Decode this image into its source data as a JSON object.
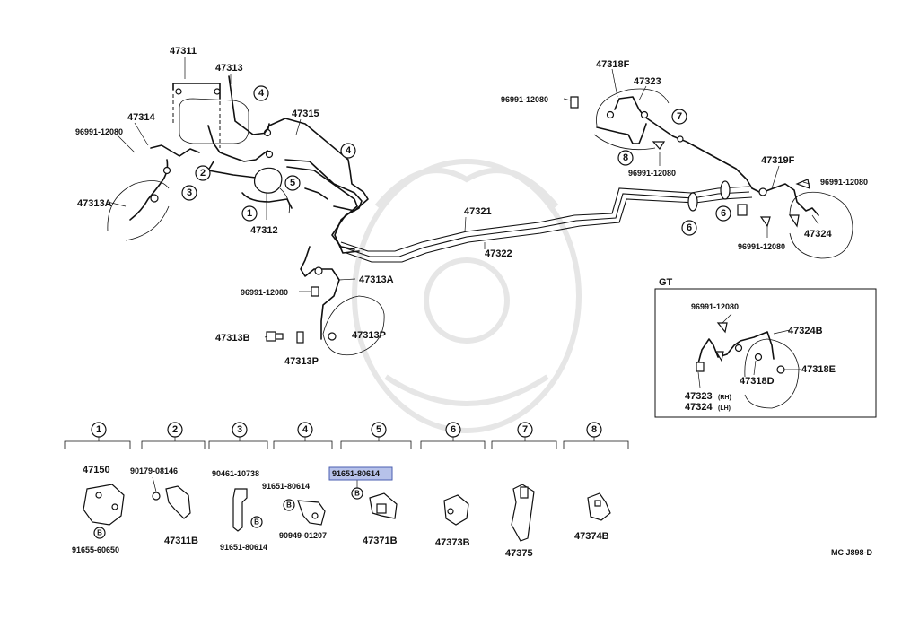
{
  "parts": {
    "p47311": "47311",
    "p47313": "47313",
    "p47314": "47314",
    "p96991_left": "96991-12080",
    "p47313A_left": "47313A",
    "p47315": "47315",
    "p47312": "47312",
    "p47321": "47321",
    "p47322": "47322",
    "p47313A_mid": "47313A",
    "p96991_mid": "96991-12080",
    "p47313B": "47313B",
    "p47313P_a": "47313P",
    "p47313P_b": "47313P",
    "p47318F": "47318F",
    "p47323": "47323",
    "p96991_tr": "96991-12080",
    "p96991_tr2": "96991-12080",
    "p47319F": "47319F",
    "p96991_r": "96991-12080",
    "p47324": "47324",
    "p96991_r2": "96991-12080"
  },
  "callouts": [
    "1",
    "2",
    "3",
    "4",
    "5",
    "6",
    "7",
    "8"
  ],
  "gt": {
    "title": "GT",
    "p96991": "96991-12080",
    "p47324B": "47324B",
    "p47318D": "47318D",
    "p47318E": "47318E",
    "p47323": "47323",
    "rh": "(RH)",
    "p47324": "47324",
    "lh": "(LH)"
  },
  "legend": {
    "g1": {
      "num": "1",
      "top": "47150",
      "bot": "91655-60650",
      "mark": "B"
    },
    "g2": {
      "num": "2",
      "top": "90179-08146",
      "bot": "47311B"
    },
    "g3": {
      "num": "3",
      "top": "90461-10738",
      "bot": "91651-80614",
      "mark": "B"
    },
    "g4": {
      "num": "4",
      "top": "91651-80614",
      "bot": "90949-01207",
      "mark": "B"
    },
    "g5": {
      "num": "5",
      "top": "91651-80614",
      "bot": "47371B",
      "mark": "B"
    },
    "g6": {
      "num": "6",
      "bot": "47373B"
    },
    "g7": {
      "num": "7",
      "bot": "47375"
    },
    "g8": {
      "num": "8",
      "bot": "47374B"
    }
  },
  "code": "MC J898-D",
  "colors": {
    "highlight": "#b7c2ea",
    "ink": "#111111"
  }
}
